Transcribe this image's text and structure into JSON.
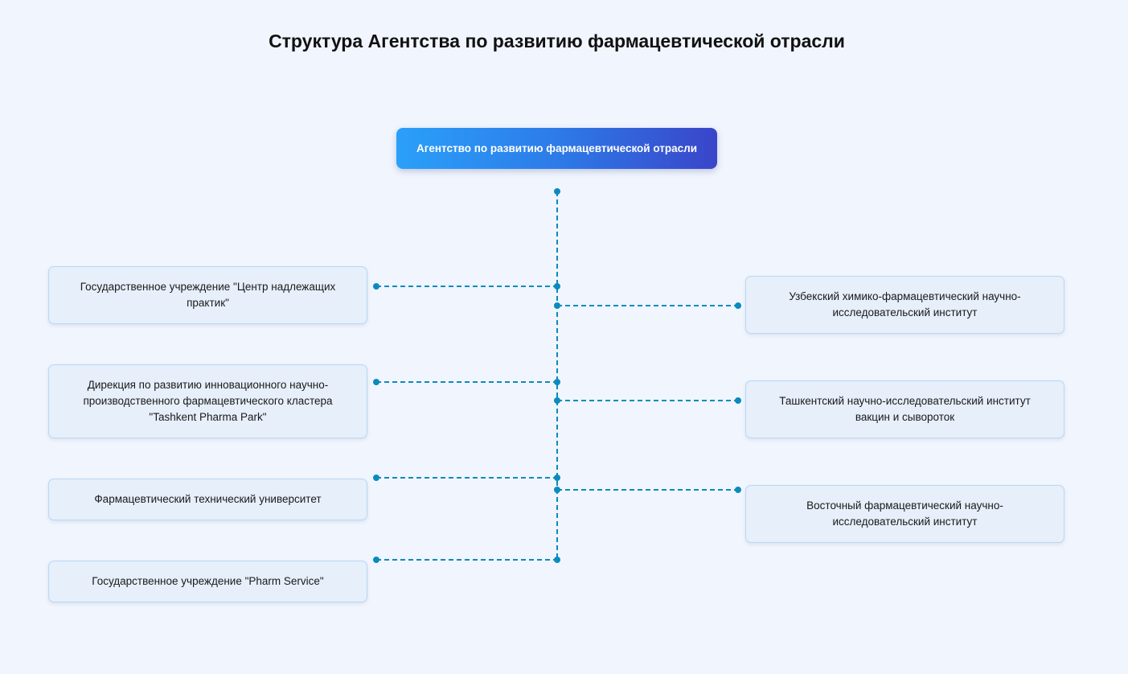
{
  "title": "Структура Агентства по развитию фармацевтической отрасли",
  "root": "Агентство по развитию фармацевтической отрасли",
  "left": [
    "Государственное учреждение \"Центр надлежащих практик\"",
    "Дирекция по развитию инновационного научно-производственного фармацевтического кластера \"Tashkent Pharma Park\"",
    "Фармацевтический технический университет",
    "Государственное учреждение \"Pharm Service\""
  ],
  "right": [
    "Узбекский химико-фармацевтический научно-исследовательский институт",
    "Ташкентский научно-исследовательский институт вакцин и сывороток",
    "Восточный фармацевтический научно-исследовательский институт"
  ],
  "colors": {
    "connector": "#0a8bbf",
    "node_bg": "#e6effa",
    "node_border": "#b9d7f7"
  }
}
